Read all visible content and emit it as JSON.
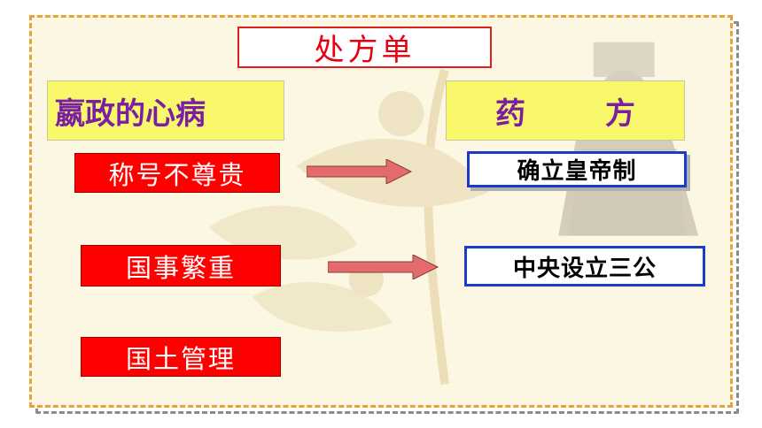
{
  "title": "处方单",
  "left_header": "嬴政的心病",
  "right_header": {
    "char1": "药",
    "char2": "方"
  },
  "problems": [
    "称号不尊贵",
    "国事繁重",
    "国土管理"
  ],
  "remedies": [
    "确立皇帝制",
    "中央设立三公"
  ],
  "colors": {
    "title_text": "#e60012",
    "header_fill": "#f9f86a",
    "header_text": "#7a1fa2",
    "problem_fill": "#ff0000",
    "remedy_border": "#1a3cc8",
    "arrow_fill": "#e46b6b",
    "frame_border": "#e8a23a"
  }
}
